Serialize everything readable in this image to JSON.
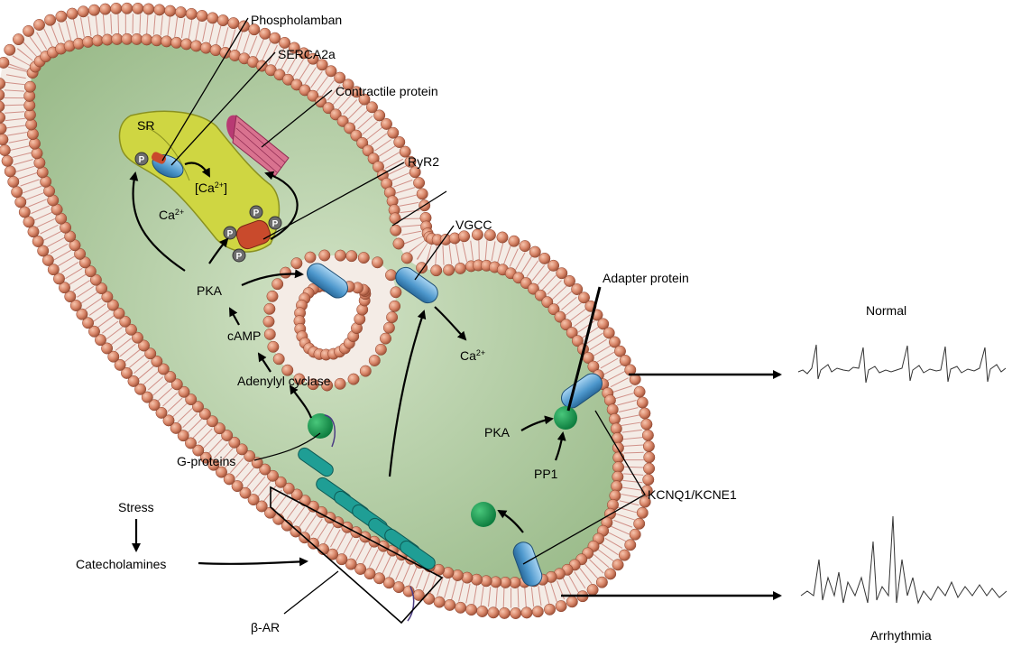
{
  "labels": {
    "phospholamban": "Phospholamban",
    "serca2a": "SERCA2a",
    "contractile": "Contractile protein",
    "sr": "SR",
    "ryr2": "RyR2",
    "vgcc": "VGCC",
    "adapter": "Adapter protein",
    "ca_conc": "[Ca",
    "ca_conc_sup": "2+",
    "ca_conc_end": "]",
    "ca": "Ca",
    "ca_sup": "2+",
    "ca2": "Ca",
    "ca2_sup": "2+",
    "pka_left": "PKA",
    "camp": "cAMP",
    "adenylyl": "Adenylyl cyclase",
    "gproteins": "G-proteins",
    "pka_right": "PKA",
    "pp1": "PP1",
    "kcnq": "KCNQ1/KCNE1",
    "stress": "Stress",
    "catecholamines": "Catecholamines",
    "bar": "β-AR",
    "normal": "Normal",
    "arrhythmia": "Arrhythmia",
    "phospho": "P"
  },
  "colors": {
    "membrane_bead": "#d9876a",
    "cytoplasm": "#b9d2ac",
    "sr": "#cfd642",
    "channel": "#5ea6d6",
    "gprotein": "#149a4f",
    "receptor": "#1f9e95",
    "ryr": "#c94a2c"
  }
}
